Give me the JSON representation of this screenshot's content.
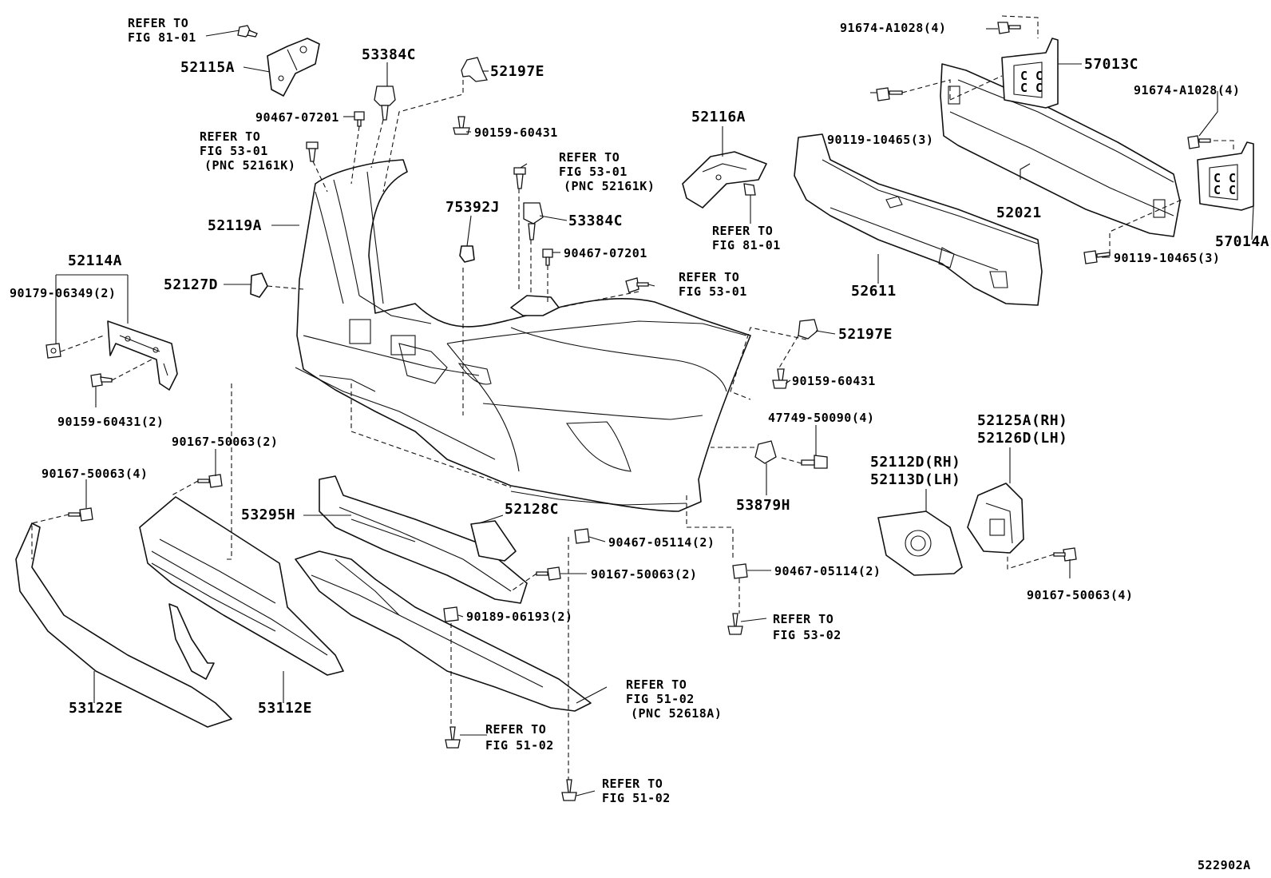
{
  "diagram": {
    "figure_code": "522902A",
    "labels": {
      "l_52115A": "52115A",
      "l_53384C_top": "53384C",
      "l_52197E_top": "52197E",
      "l_90467_07201_left": "90467-07201",
      "l_90159_60431_top": "90159-60431",
      "l_52119A": "52119A",
      "l_52114A": "52114A",
      "l_90179_06349": "90179-06349(2)",
      "l_52127D": "52127D",
      "l_90159_60431_2": "90159-60431(2)",
      "l_90167_50063_2_top": "90167-50063(2)",
      "l_90167_50063_4_left": "90167-50063(4)",
      "l_75392J": "75392J",
      "l_53384C_mid": "53384C",
      "l_90467_07201_mid": "90467-07201",
      "l_52116A": "52116A",
      "l_53295H": "53295H",
      "l_52128C": "52128C",
      "l_90467_05114_a": "90467-05114(2)",
      "l_90167_50063_2_mid": "90167-50063(2)",
      "l_90189_06193": "90189-06193(2)",
      "l_53122E": "53122E",
      "l_53112E": "53112E",
      "l_52197E_right": "52197E",
      "l_90159_60431_right": "90159-60431",
      "l_47749_50090": "47749-50090(4)",
      "l_53879H": "53879H",
      "l_90467_05114_b": "90467-05114(2)",
      "l_91674_A1028_top": "91674-A1028(4)",
      "l_57013C": "57013C",
      "l_91674_A1028_right": "91674-A1028(4)",
      "l_90119_10465_left": "90119-10465(3)",
      "l_52021": "52021",
      "l_57014A": "57014A",
      "l_90119_10465_right": "90119-10465(3)",
      "l_52611": "52611",
      "l_52112D_rh": "52112D(RH)",
      "l_52113D_lh": "52113D(LH)",
      "l_52125A_rh": "52125A(RH)",
      "l_52126D_lh": "52126D(LH)",
      "l_90167_50063_4_right": "90167-50063(4)"
    },
    "references": {
      "ref_fig81_top_a": "REFER TO",
      "ref_fig81_top_b": "FIG 81-01",
      "ref_fig53_left_a": "REFER TO",
      "ref_fig53_left_b": "FIG 53-01",
      "ref_fig53_left_c": "(PNC 52161K)",
      "ref_fig53_mid_a": "REFER TO",
      "ref_fig53_mid_b": "FIG 53-01",
      "ref_fig53_mid_c": "(PNC 52161K)",
      "ref_fig81_mid_a": "REFER TO",
      "ref_fig81_mid_b": "FIG 81-01",
      "ref_fig53_right_a": "REFER TO",
      "ref_fig53_right_b": "FIG 53-01",
      "ref_fig5302_a": "REFER TO",
      "ref_fig5302_b": "FIG 53-02",
      "ref_fig5102_a_a": "REFER TO",
      "ref_fig5102_a_b": "FIG 51-02",
      "ref_fig5102_a_c": "(PNC 52618A)",
      "ref_fig5102_b_a": "REFER TO",
      "ref_fig5102_b_b": "FIG 51-02",
      "ref_fig5102_c_a": "REFER TO",
      "ref_fig5102_c_b": "FIG 51-02"
    }
  }
}
